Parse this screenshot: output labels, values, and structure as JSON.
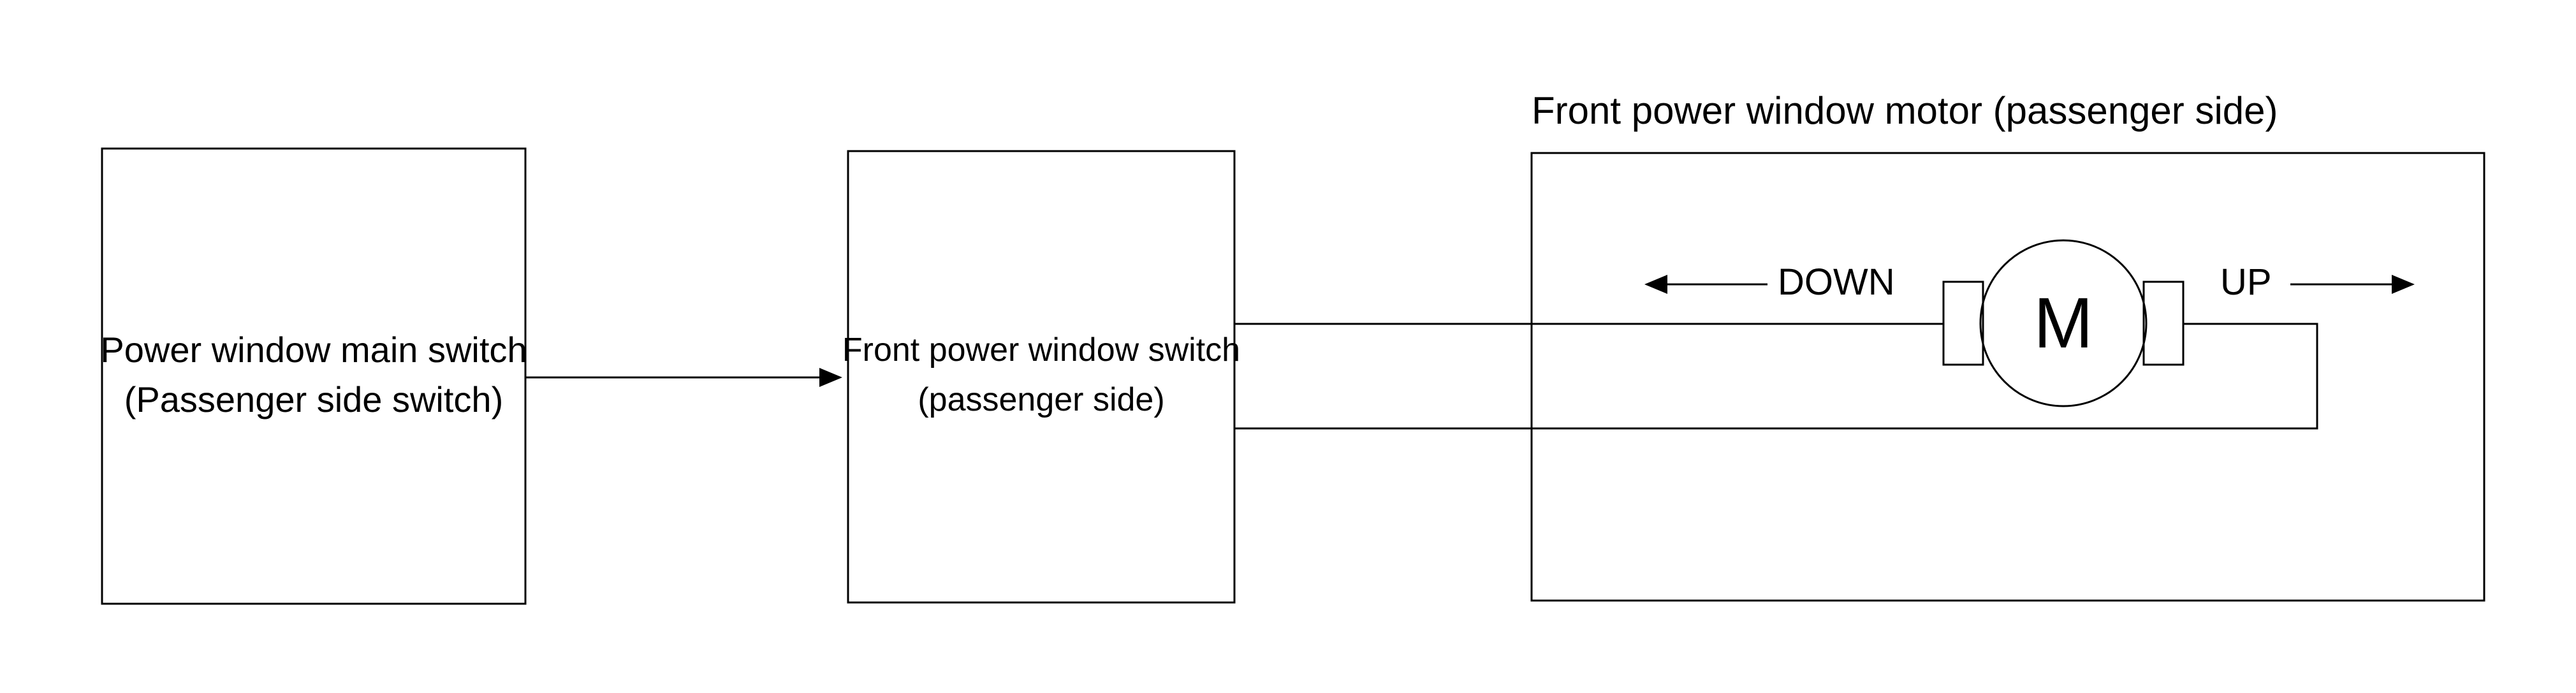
{
  "blocks": {
    "main_switch": {
      "line1": "Power window main switch",
      "line2": "(Passenger side switch)"
    },
    "front_switch": {
      "line1": "Front power window switch",
      "line2": "(passenger side)"
    },
    "motor": {
      "title": "Front power window motor (passenger side)",
      "symbol": "M",
      "down_label": "DOWN",
      "up_label": "UP"
    }
  }
}
